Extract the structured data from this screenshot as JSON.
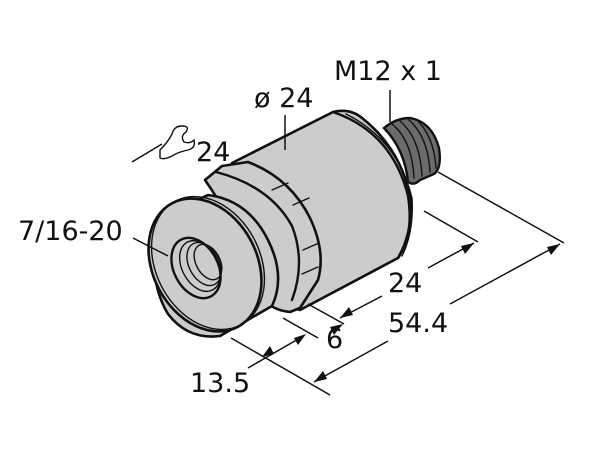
{
  "figure": {
    "subject": "Pressure sensor dimension drawing",
    "colors": {
      "body": "#cccccc",
      "connector": "#6b6b6b",
      "outline": "#111111",
      "background": "#ffffff"
    }
  },
  "labels": {
    "connector_thread": "M12 x 1",
    "body_diameter": "ø 24",
    "wrench_size": "24",
    "process_thread": "7/16-20",
    "length_body": "24",
    "length_hex": "6",
    "length_total": "54.4",
    "length_front": "13.5"
  },
  "icons": {
    "wrench": "wrench-icon"
  }
}
